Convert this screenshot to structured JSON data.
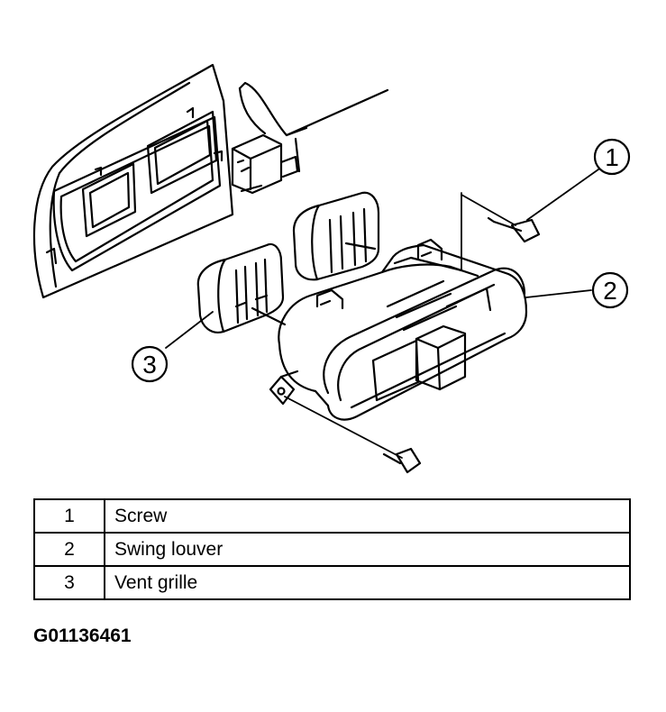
{
  "callouts": [
    "1",
    "2",
    "3"
  ],
  "legend": [
    {
      "number": "1",
      "name": "Screw"
    },
    {
      "number": "2",
      "name": "Swing louver"
    },
    {
      "number": "3",
      "name": "Vent grille"
    }
  ],
  "figure_id": "G01136461"
}
